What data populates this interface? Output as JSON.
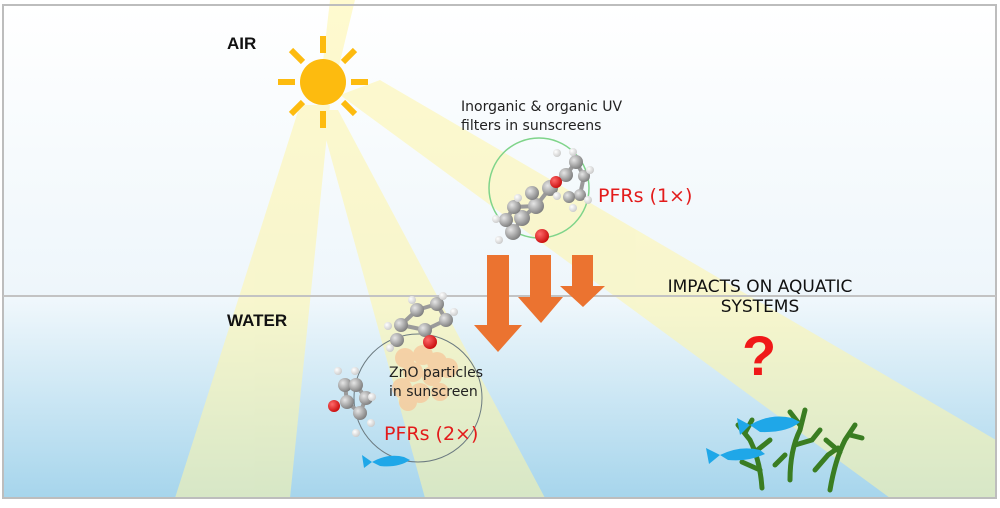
{
  "labels": {
    "air": "AIR",
    "water": "WATER",
    "uv_filters_caption_line1": "Inorganic & organic UV",
    "uv_filters_caption_line2": "filters in sunscreens",
    "pfr_air": "PFRs (1×)",
    "zno_caption_line1": "ZnO particles",
    "zno_caption_line2": "in sunscreen",
    "pfr_water": "PFRs (2×)",
    "impacts_line1": "IMPACTS ON AQUATIC",
    "impacts_line2": "SYSTEMS",
    "question_mark": "?"
  },
  "icons": {
    "sun": "sun-icon",
    "molecule_air": "molecule-icon",
    "molecule_water_top": "molecule-icon",
    "molecule_water_left": "molecule-icon",
    "zno_cluster": "particle-cluster-icon",
    "arrows": "down-arrow-icon",
    "fish": "fish-icon",
    "seaweed": "seaweed-icon"
  },
  "colors": {
    "sun": "#fdbb0f",
    "sun_ray": "#fff7b0",
    "arrow": "#eb7330",
    "pfr_text": "#e31b1b",
    "question": "#f01818",
    "air_circle": "#7fd48a",
    "water_circle": "#6b7a80",
    "fish": "#1fa7e8",
    "seaweed": "#3a7d22",
    "water_top": "#f1f8fc",
    "water_bottom": "#a8d6ec",
    "oxygen": "#e41616",
    "carbon": "#9a9a9a",
    "hydrogen": "#f4f4f4",
    "zno": "#f7c79a"
  }
}
